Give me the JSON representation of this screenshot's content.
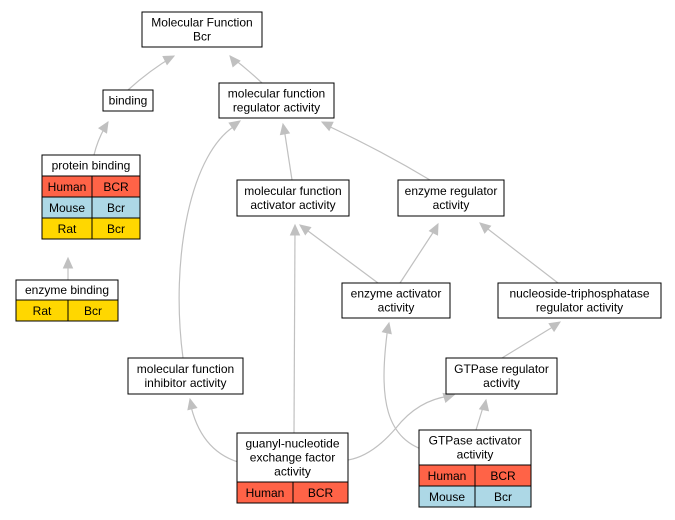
{
  "colors": {
    "human": "#ff6347",
    "mouse": "#add8e6",
    "rat": "#ffd700",
    "edge": "#c0c0c0"
  },
  "nodes": [
    {
      "id": "mf_bcr",
      "lines": [
        "Molecular Function",
        "Bcr"
      ],
      "rows": []
    },
    {
      "id": "binding",
      "lines": [
        "binding"
      ],
      "rows": []
    },
    {
      "id": "mf_regulator",
      "lines": [
        "molecular function",
        "regulator activity"
      ],
      "rows": []
    },
    {
      "id": "protein_binding",
      "lines": [
        "protein binding"
      ],
      "rows": [
        {
          "species": "Human",
          "gene": "BCR",
          "color": "human"
        },
        {
          "species": "Mouse",
          "gene": "Bcr",
          "color": "mouse"
        },
        {
          "species": "Rat",
          "gene": "Bcr",
          "color": "rat"
        }
      ]
    },
    {
      "id": "mf_activator",
      "lines": [
        "molecular function",
        "activator activity"
      ],
      "rows": []
    },
    {
      "id": "enzyme_regulator",
      "lines": [
        "enzyme regulator",
        "activity"
      ],
      "rows": []
    },
    {
      "id": "enzyme_binding",
      "lines": [
        "enzyme binding"
      ],
      "rows": [
        {
          "species": "Rat",
          "gene": "Bcr",
          "color": "rat"
        }
      ]
    },
    {
      "id": "enzyme_activator",
      "lines": [
        "enzyme activator",
        "activity"
      ],
      "rows": []
    },
    {
      "id": "ntpase_regulator",
      "lines": [
        "nucleoside-triphosphatase",
        "regulator activity"
      ],
      "rows": []
    },
    {
      "id": "mf_inhibitor",
      "lines": [
        "molecular function",
        "inhibitor activity"
      ],
      "rows": []
    },
    {
      "id": "gtpase_regulator",
      "lines": [
        "GTPase regulator",
        "activity"
      ],
      "rows": []
    },
    {
      "id": "gef",
      "lines": [
        "guanyl-nucleotide",
        "exchange factor",
        "activity"
      ],
      "rows": [
        {
          "species": "Human",
          "gene": "BCR",
          "color": "human"
        }
      ]
    },
    {
      "id": "gtpase_activator",
      "lines": [
        "GTPase activator",
        "activity"
      ],
      "rows": [
        {
          "species": "Human",
          "gene": "BCR",
          "color": "human"
        },
        {
          "species": "Mouse",
          "gene": "Bcr",
          "color": "mouse"
        }
      ]
    }
  ],
  "edges": [
    {
      "from": "binding",
      "to": "mf_bcr"
    },
    {
      "from": "mf_regulator",
      "to": "mf_bcr"
    },
    {
      "from": "protein_binding",
      "to": "binding"
    },
    {
      "from": "enzyme_binding",
      "to": "protein_binding"
    },
    {
      "from": "mf_activator",
      "to": "mf_regulator"
    },
    {
      "from": "enzyme_regulator",
      "to": "mf_regulator"
    },
    {
      "from": "mf_inhibitor",
      "to": "mf_regulator"
    },
    {
      "from": "enzyme_activator",
      "to": "mf_activator"
    },
    {
      "from": "enzyme_activator",
      "to": "enzyme_regulator"
    },
    {
      "from": "ntpase_regulator",
      "to": "enzyme_regulator"
    },
    {
      "from": "gtpase_regulator",
      "to": "ntpase_regulator"
    },
    {
      "from": "gef",
      "to": "mf_inhibitor"
    },
    {
      "from": "gef",
      "to": "mf_activator"
    },
    {
      "from": "gef",
      "to": "gtpase_regulator"
    },
    {
      "from": "gtpase_activator",
      "to": "gtpase_regulator"
    },
    {
      "from": "gtpase_activator",
      "to": "enzyme_activator"
    }
  ]
}
